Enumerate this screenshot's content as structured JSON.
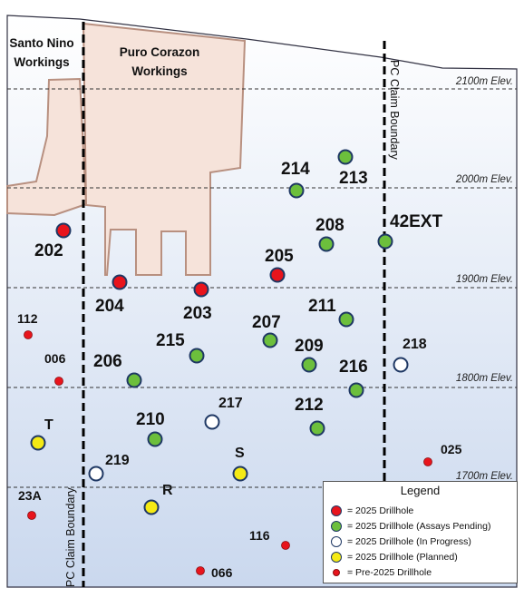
{
  "workings": {
    "santo_nino": [
      "Santo Nino",
      "Workings"
    ],
    "puro_corazon": [
      "Puro Corazon",
      "Workings"
    ]
  },
  "elevations": [
    "2100m Elev.",
    "2000m Elev.",
    "1900m Elev.",
    "1800m Elev.",
    "1700m Elev."
  ],
  "claim_boundary_label": "PC Claim Boundary",
  "colors": {
    "drillhole_2025": "#e8141c",
    "assays_pending": "#6cbf3c",
    "in_progress": "#ffffff",
    "planned": "#f5ea14",
    "pre_2025": "#e8141c",
    "outline": "#1f3864",
    "workings_fill": "#f6e3da",
    "workings_stroke": "#b89080",
    "background_top": "#ffffff",
    "background_bottom": "#cad8ee"
  },
  "drillholes": [
    {
      "label": "202",
      "type": "drillhole_2025"
    },
    {
      "label": "204",
      "type": "drillhole_2025"
    },
    {
      "label": "203",
      "type": "drillhole_2025"
    },
    {
      "label": "205",
      "type": "drillhole_2025"
    },
    {
      "label": "214",
      "type": "assays_pending"
    },
    {
      "label": "213",
      "type": "assays_pending"
    },
    {
      "label": "208",
      "type": "assays_pending"
    },
    {
      "label": "42EXT",
      "type": "assays_pending"
    },
    {
      "label": "211",
      "type": "assays_pending"
    },
    {
      "label": "207",
      "type": "assays_pending"
    },
    {
      "label": "209",
      "type": "assays_pending"
    },
    {
      "label": "215",
      "type": "assays_pending"
    },
    {
      "label": "206",
      "type": "assays_pending"
    },
    {
      "label": "216",
      "type": "assays_pending"
    },
    {
      "label": "212",
      "type": "assays_pending"
    },
    {
      "label": "210",
      "type": "assays_pending"
    },
    {
      "label": "218",
      "type": "in_progress"
    },
    {
      "label": "217",
      "type": "in_progress"
    },
    {
      "label": "219",
      "type": "in_progress"
    },
    {
      "label": "T",
      "type": "planned"
    },
    {
      "label": "S",
      "type": "planned"
    },
    {
      "label": "R",
      "type": "planned"
    },
    {
      "label": "112",
      "type": "pre_2025"
    },
    {
      "label": "006",
      "type": "pre_2025"
    },
    {
      "label": "23A",
      "type": "pre_2025"
    },
    {
      "label": "025",
      "type": "pre_2025"
    },
    {
      "label": "116",
      "type": "pre_2025"
    },
    {
      "label": "066",
      "type": "pre_2025"
    }
  ],
  "legend": {
    "title": "Legend",
    "items": [
      {
        "type": "drillhole_2025",
        "label": "= 2025 Drillhole"
      },
      {
        "type": "assays_pending",
        "label": "= 2025 Drillhole (Assays Pending)"
      },
      {
        "type": "in_progress",
        "label": "= 2025 Drillhole (In Progress)"
      },
      {
        "type": "planned",
        "label": "= 2025 Drillhole (Planned)"
      },
      {
        "type": "pre_2025",
        "label": "= Pre-2025 Drillhole"
      }
    ]
  }
}
